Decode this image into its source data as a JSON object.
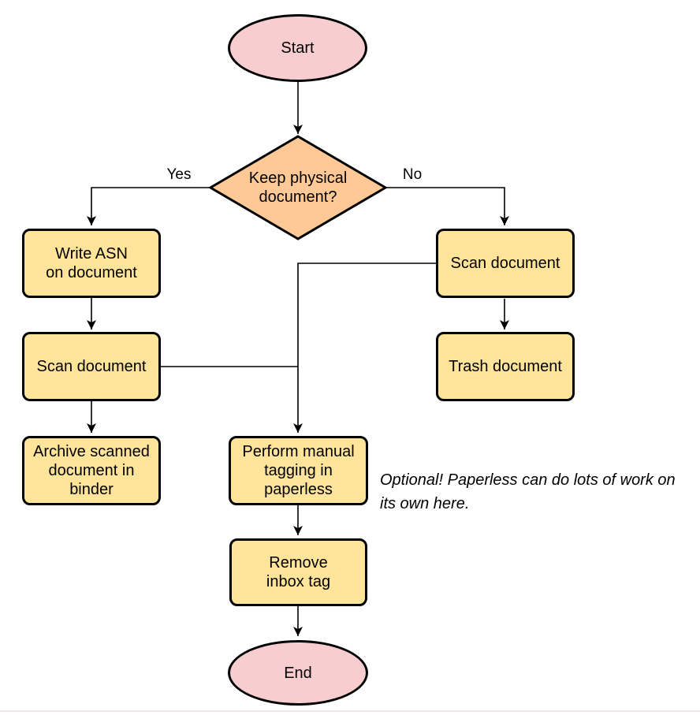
{
  "diagram_type": "flowchart",
  "nodes": {
    "start": {
      "lines": [
        "Start"
      ]
    },
    "decision_keep_physical": {
      "lines": [
        "Keep physical",
        "document?"
      ]
    },
    "write_asn": {
      "lines": [
        "Write ASN",
        "on document"
      ]
    },
    "scan_document_left": {
      "lines": [
        "Scan document"
      ]
    },
    "archive_binder": {
      "lines": [
        "Archive scanned",
        "document in",
        "binder"
      ]
    },
    "scan_document_right": {
      "lines": [
        "Scan document"
      ]
    },
    "trash_document": {
      "lines": [
        "Trash document"
      ]
    },
    "manual_tagging": {
      "lines": [
        "Perform manual",
        "tagging in",
        "paperless"
      ]
    },
    "remove_inbox_tag": {
      "lines": [
        "Remove",
        "inbox tag"
      ]
    },
    "end": {
      "lines": [
        "End"
      ]
    }
  },
  "edge_labels": {
    "yes": "Yes",
    "no": "No"
  },
  "note": {
    "lines": [
      "Optional! Paperless can do lots of work on",
      "its own here."
    ]
  },
  "colors": {
    "terminal_fill": "#f8cdd0",
    "decision_fill": "#fec997",
    "process_fill": "#ffe49a",
    "stroke": "#000000",
    "note_text": "#000000",
    "bottom_rule": "#f0e6e6"
  }
}
